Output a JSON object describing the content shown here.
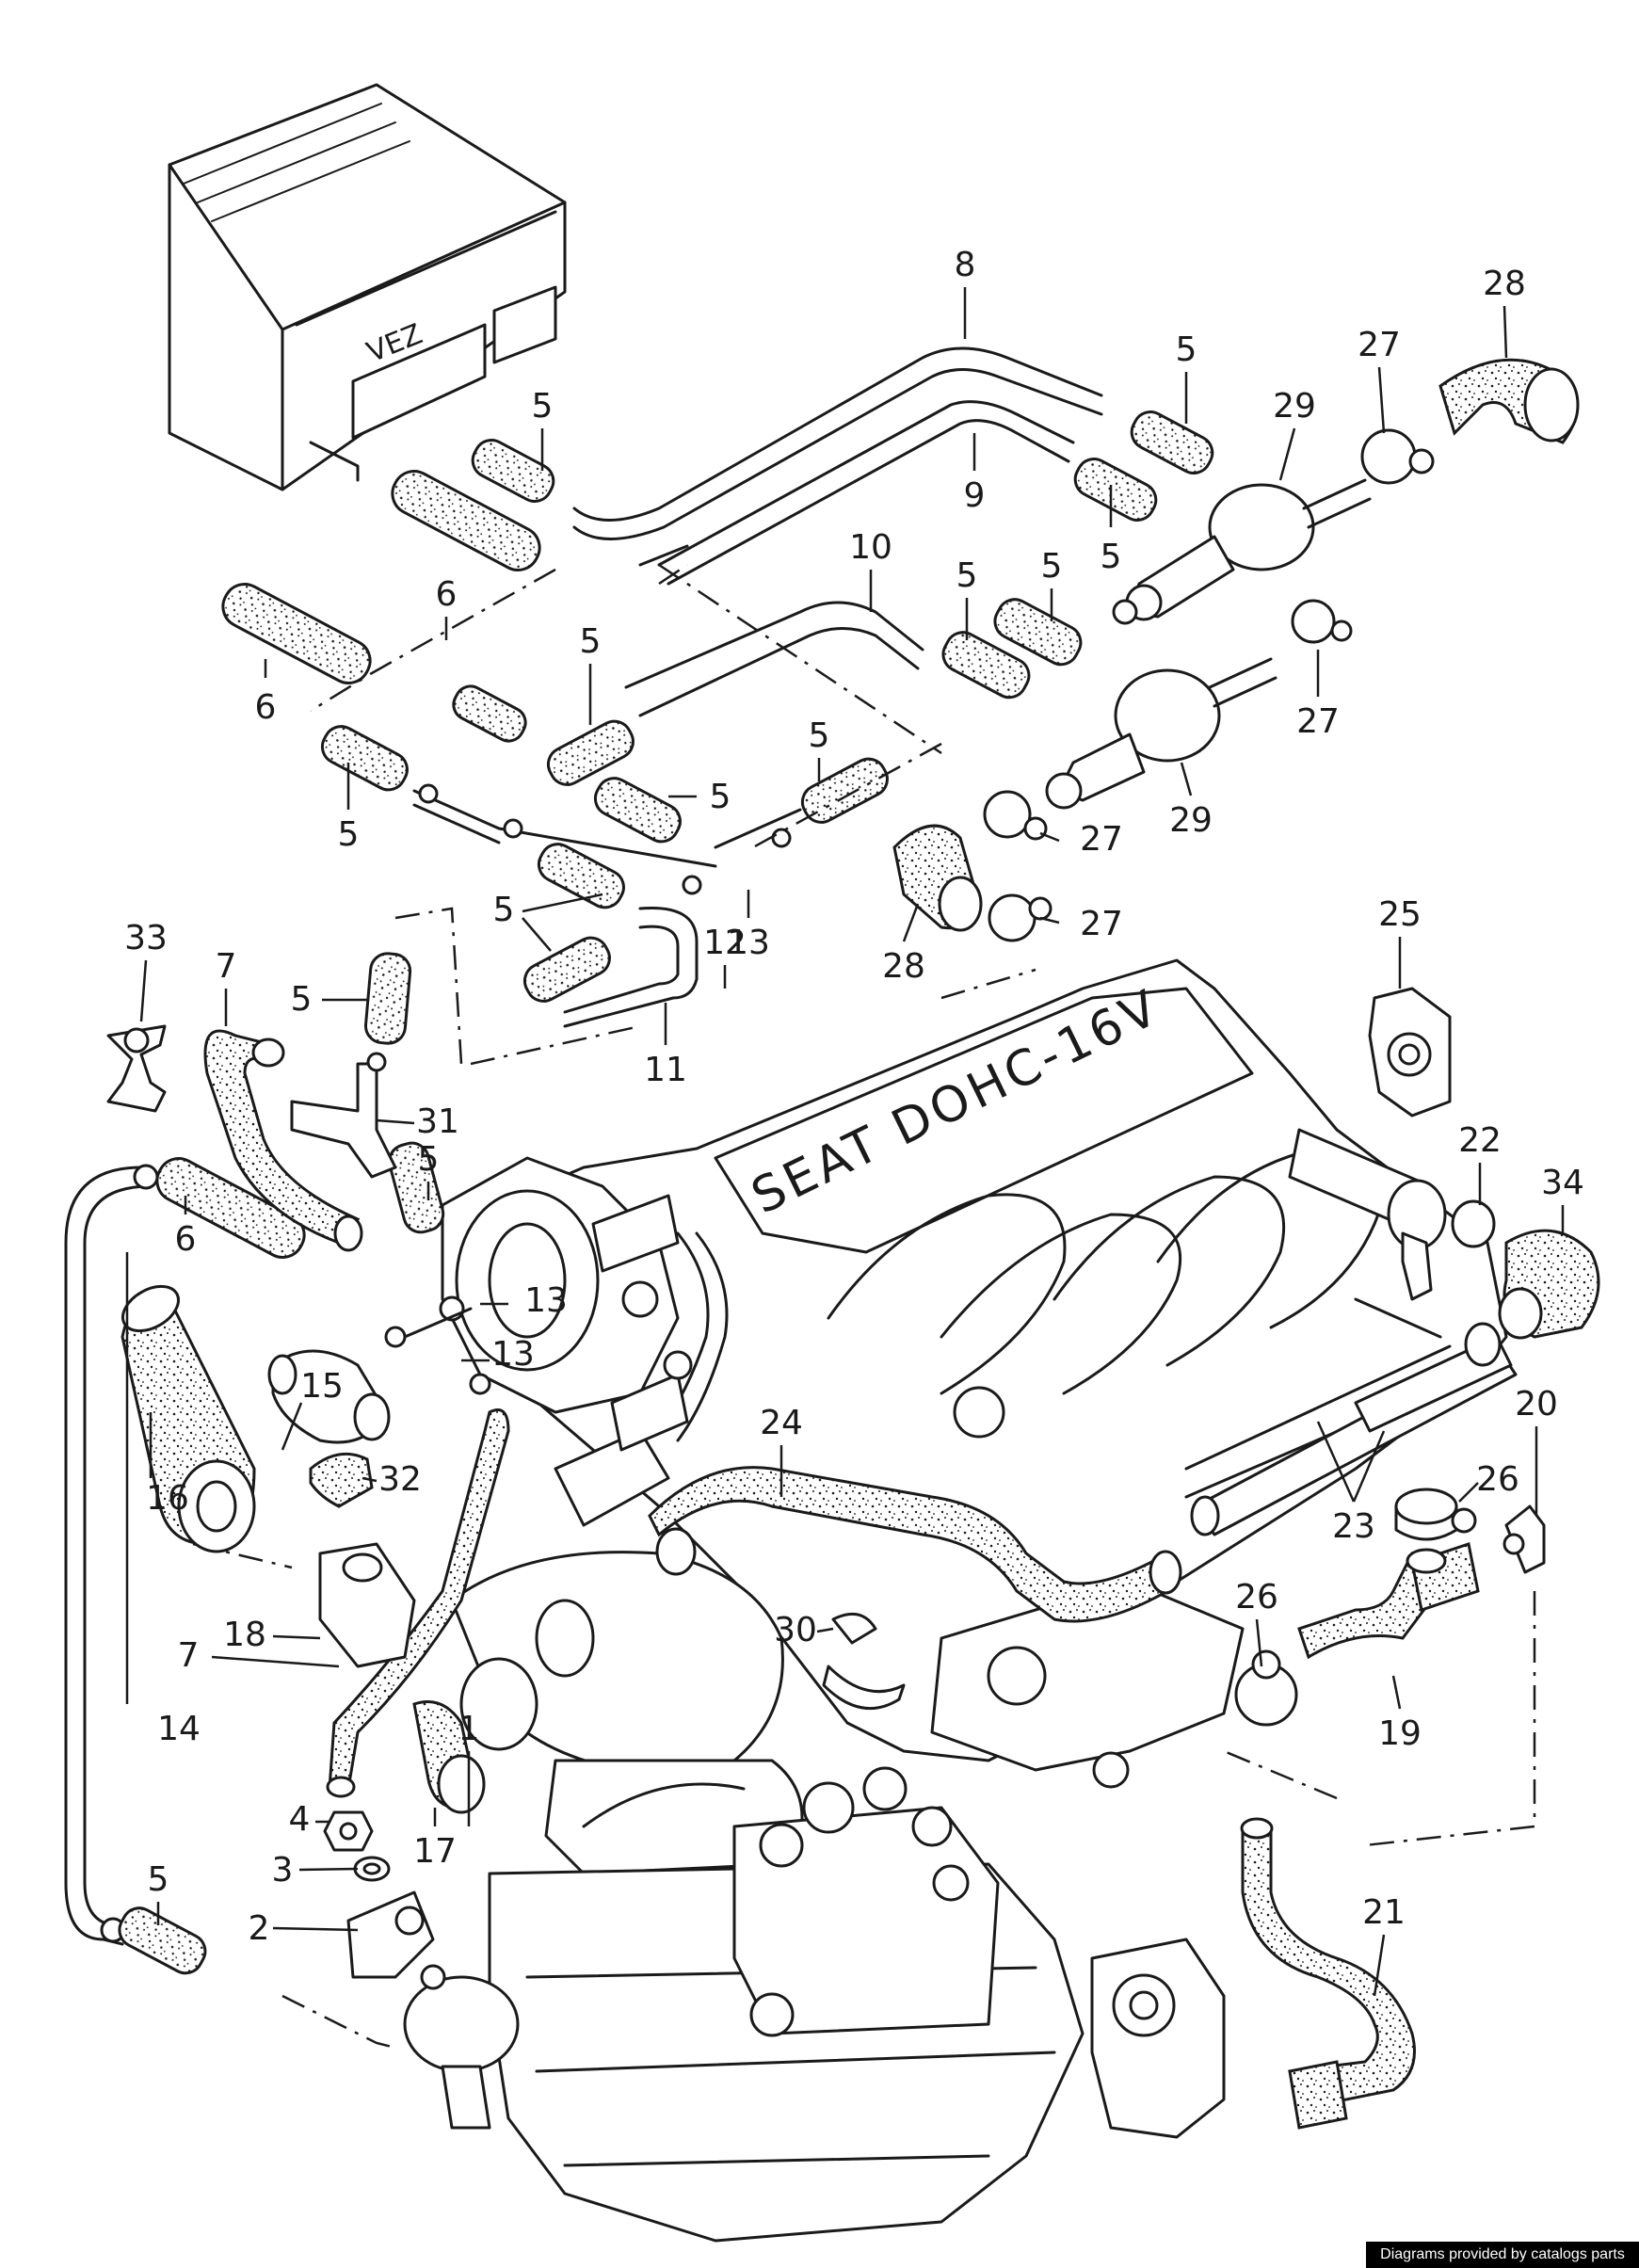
{
  "diagram": {
    "engine_cover_text": "SEAT DOHC-16V",
    "control_unit_text": "VEZ",
    "part_numbers": [
      {
        "id": "p1",
        "label": "1"
      },
      {
        "id": "p2",
        "label": "2"
      },
      {
        "id": "p3",
        "label": "3"
      },
      {
        "id": "p4",
        "label": "4"
      },
      {
        "id": "p5a",
        "label": "5"
      },
      {
        "id": "p5b",
        "label": "5"
      },
      {
        "id": "p5c",
        "label": "5"
      },
      {
        "id": "p5d",
        "label": "5"
      },
      {
        "id": "p5e",
        "label": "5"
      },
      {
        "id": "p5f",
        "label": "5"
      },
      {
        "id": "p5g",
        "label": "5"
      },
      {
        "id": "p5h",
        "label": "5"
      },
      {
        "id": "p5i",
        "label": "5"
      },
      {
        "id": "p5j",
        "label": "5"
      },
      {
        "id": "p5k",
        "label": "5"
      },
      {
        "id": "p5l",
        "label": "5"
      },
      {
        "id": "p5m",
        "label": "5"
      },
      {
        "id": "p6a",
        "label": "6"
      },
      {
        "id": "p6b",
        "label": "6"
      },
      {
        "id": "p6c",
        "label": "6"
      },
      {
        "id": "p7a",
        "label": "7"
      },
      {
        "id": "p7b",
        "label": "7"
      },
      {
        "id": "p8",
        "label": "8"
      },
      {
        "id": "p9",
        "label": "9"
      },
      {
        "id": "p10",
        "label": "10"
      },
      {
        "id": "p11",
        "label": "11"
      },
      {
        "id": "p12",
        "label": "12"
      },
      {
        "id": "p13a",
        "label": "13"
      },
      {
        "id": "p13b",
        "label": "13"
      },
      {
        "id": "p13c",
        "label": "13"
      },
      {
        "id": "p14",
        "label": "14"
      },
      {
        "id": "p15",
        "label": "15"
      },
      {
        "id": "p16",
        "label": "16"
      },
      {
        "id": "p17",
        "label": "17"
      },
      {
        "id": "p18",
        "label": "18"
      },
      {
        "id": "p19",
        "label": "19"
      },
      {
        "id": "p20",
        "label": "20"
      },
      {
        "id": "p21",
        "label": "21"
      },
      {
        "id": "p22",
        "label": "22"
      },
      {
        "id": "p23",
        "label": "23"
      },
      {
        "id": "p24",
        "label": "24"
      },
      {
        "id": "p25",
        "label": "25"
      },
      {
        "id": "p26a",
        "label": "26"
      },
      {
        "id": "p26b",
        "label": "26"
      },
      {
        "id": "p27a",
        "label": "27"
      },
      {
        "id": "p27b",
        "label": "27"
      },
      {
        "id": "p27c",
        "label": "27"
      },
      {
        "id": "p27d",
        "label": "27"
      },
      {
        "id": "p28a",
        "label": "28"
      },
      {
        "id": "p28b",
        "label": "28"
      },
      {
        "id": "p29a",
        "label": "29"
      },
      {
        "id": "p29b",
        "label": "29"
      },
      {
        "id": "p30",
        "label": "30"
      },
      {
        "id": "p31",
        "label": "31"
      },
      {
        "id": "p32",
        "label": "32"
      },
      {
        "id": "p33",
        "label": "33"
      },
      {
        "id": "p34",
        "label": "34"
      }
    ]
  },
  "footer": {
    "credit": "Diagrams provided by catalogs parts"
  },
  "colors": {
    "line": "#1a1a1a",
    "background": "#ffffff",
    "credit_bg": "#000000",
    "credit_fg": "#ffffff"
  }
}
